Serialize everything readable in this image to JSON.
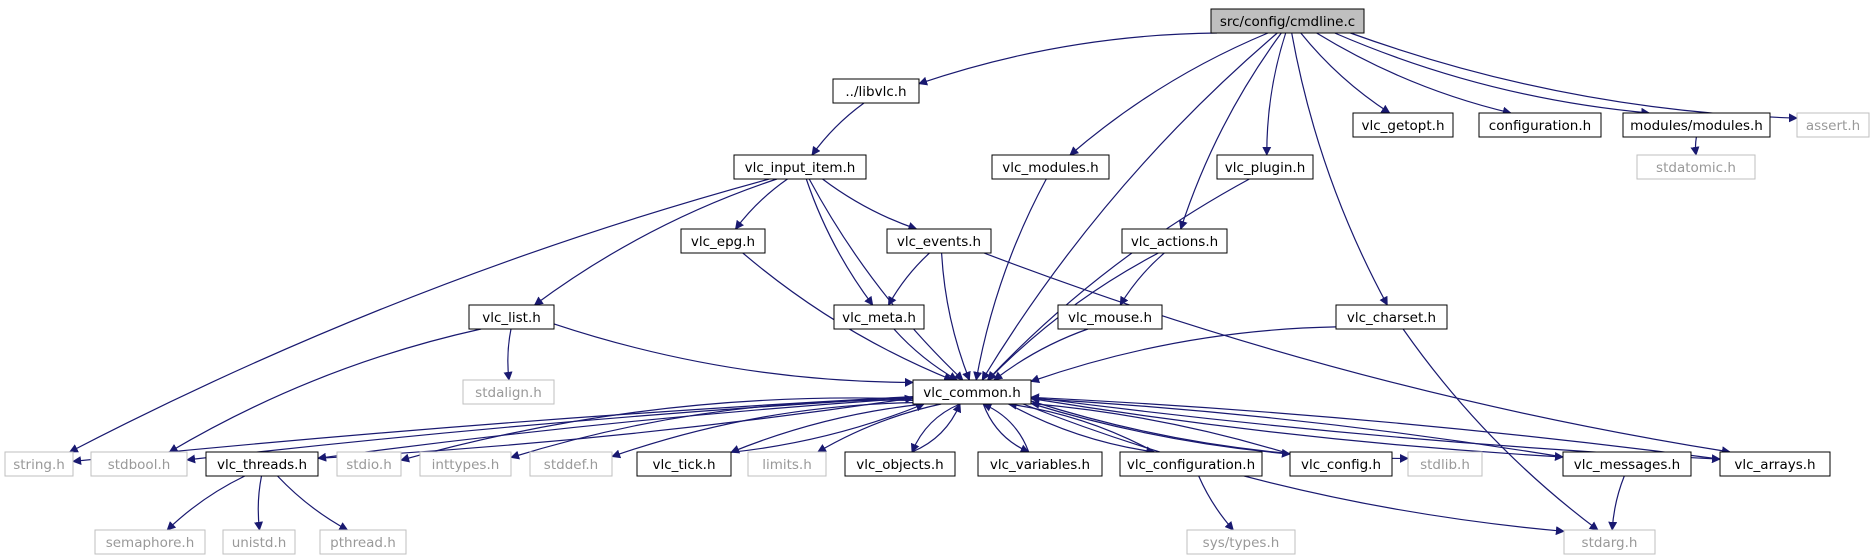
{
  "colors": {
    "edge": "#191970",
    "node_border": "#000000",
    "ext_border": "#bfbfbf",
    "root_fill": "#bfbfbf",
    "ext_text": "#999999",
    "text": "#000000"
  },
  "nodes": [
    {
      "id": "root",
      "label": "src/config/cmdline.c",
      "kind": "root"
    },
    {
      "id": "libvlc",
      "label": "../libvlc.h",
      "kind": "local"
    },
    {
      "id": "vlc_getopt",
      "label": "vlc_getopt.h",
      "kind": "local"
    },
    {
      "id": "configuration",
      "label": "configuration.h",
      "kind": "local"
    },
    {
      "id": "modules_modules",
      "label": "modules/modules.h",
      "kind": "local"
    },
    {
      "id": "assert",
      "label": "assert.h",
      "kind": "system"
    },
    {
      "id": "vlc_input_item",
      "label": "vlc_input_item.h",
      "kind": "local"
    },
    {
      "id": "vlc_modules",
      "label": "vlc_modules.h",
      "kind": "local"
    },
    {
      "id": "vlc_plugin",
      "label": "vlc_plugin.h",
      "kind": "local"
    },
    {
      "id": "stdatomic",
      "label": "stdatomic.h",
      "kind": "system"
    },
    {
      "id": "vlc_epg",
      "label": "vlc_epg.h",
      "kind": "local"
    },
    {
      "id": "vlc_events",
      "label": "vlc_events.h",
      "kind": "local"
    },
    {
      "id": "vlc_actions",
      "label": "vlc_actions.h",
      "kind": "local"
    },
    {
      "id": "vlc_list",
      "label": "vlc_list.h",
      "kind": "local"
    },
    {
      "id": "vlc_meta",
      "label": "vlc_meta.h",
      "kind": "local"
    },
    {
      "id": "vlc_mouse",
      "label": "vlc_mouse.h",
      "kind": "local"
    },
    {
      "id": "vlc_charset",
      "label": "vlc_charset.h",
      "kind": "local"
    },
    {
      "id": "stdalign",
      "label": "stdalign.h",
      "kind": "system"
    },
    {
      "id": "vlc_common",
      "label": "vlc_common.h",
      "kind": "local"
    },
    {
      "id": "string",
      "label": "string.h",
      "kind": "system"
    },
    {
      "id": "stdbool",
      "label": "stdbool.h",
      "kind": "system"
    },
    {
      "id": "vlc_threads",
      "label": "vlc_threads.h",
      "kind": "local"
    },
    {
      "id": "stdio",
      "label": "stdio.h",
      "kind": "system"
    },
    {
      "id": "inttypes",
      "label": "inttypes.h",
      "kind": "system"
    },
    {
      "id": "stddef",
      "label": "stddef.h",
      "kind": "system"
    },
    {
      "id": "vlc_tick",
      "label": "vlc_tick.h",
      "kind": "local"
    },
    {
      "id": "limits",
      "label": "limits.h",
      "kind": "system"
    },
    {
      "id": "vlc_objects",
      "label": "vlc_objects.h",
      "kind": "local"
    },
    {
      "id": "vlc_variables",
      "label": "vlc_variables.h",
      "kind": "local"
    },
    {
      "id": "vlc_configuration",
      "label": "vlc_configuration.h",
      "kind": "local"
    },
    {
      "id": "vlc_config",
      "label": "vlc_config.h",
      "kind": "local"
    },
    {
      "id": "stdlib",
      "label": "stdlib.h",
      "kind": "system"
    },
    {
      "id": "vlc_messages",
      "label": "vlc_messages.h",
      "kind": "local"
    },
    {
      "id": "vlc_arrays",
      "label": "vlc_arrays.h",
      "kind": "local"
    },
    {
      "id": "semaphore",
      "label": "semaphore.h",
      "kind": "system"
    },
    {
      "id": "unistd",
      "label": "unistd.h",
      "kind": "system"
    },
    {
      "id": "pthread",
      "label": "pthread.h",
      "kind": "system"
    },
    {
      "id": "sys_types",
      "label": "sys/types.h",
      "kind": "system"
    },
    {
      "id": "stdarg",
      "label": "stdarg.h",
      "kind": "system"
    }
  ],
  "edges": [
    {
      "from": "root",
      "to": "libvlc"
    },
    {
      "from": "root",
      "to": "vlc_getopt"
    },
    {
      "from": "root",
      "to": "configuration"
    },
    {
      "from": "root",
      "to": "modules_modules"
    },
    {
      "from": "root",
      "to": "assert"
    },
    {
      "from": "root",
      "to": "vlc_modules"
    },
    {
      "from": "root",
      "to": "vlc_plugin"
    },
    {
      "from": "root",
      "to": "vlc_actions"
    },
    {
      "from": "root",
      "to": "vlc_charset"
    },
    {
      "from": "root",
      "to": "vlc_common"
    },
    {
      "from": "libvlc",
      "to": "vlc_input_item"
    },
    {
      "from": "modules_modules",
      "to": "stdatomic"
    },
    {
      "from": "vlc_input_item",
      "to": "vlc_epg"
    },
    {
      "from": "vlc_input_item",
      "to": "vlc_events"
    },
    {
      "from": "vlc_input_item",
      "to": "vlc_list"
    },
    {
      "from": "vlc_input_item",
      "to": "vlc_meta"
    },
    {
      "from": "vlc_input_item",
      "to": "vlc_common"
    },
    {
      "from": "vlc_input_item",
      "to": "string"
    },
    {
      "from": "vlc_modules",
      "to": "vlc_common"
    },
    {
      "from": "vlc_plugin",
      "to": "vlc_common"
    },
    {
      "from": "vlc_epg",
      "to": "vlc_common"
    },
    {
      "from": "vlc_events",
      "to": "vlc_meta"
    },
    {
      "from": "vlc_events",
      "to": "vlc_common"
    },
    {
      "from": "vlc_events",
      "to": "vlc_arrays"
    },
    {
      "from": "vlc_actions",
      "to": "vlc_mouse"
    },
    {
      "from": "vlc_actions",
      "to": "vlc_common"
    },
    {
      "from": "vlc_list",
      "to": "stdalign"
    },
    {
      "from": "vlc_list",
      "to": "stdbool"
    },
    {
      "from": "vlc_list",
      "to": "vlc_common"
    },
    {
      "from": "vlc_meta",
      "to": "vlc_common"
    },
    {
      "from": "vlc_mouse",
      "to": "vlc_common"
    },
    {
      "from": "vlc_charset",
      "to": "vlc_common"
    },
    {
      "from": "vlc_charset",
      "to": "stdarg"
    },
    {
      "from": "vlc_common",
      "to": "string"
    },
    {
      "from": "vlc_common",
      "to": "stdbool"
    },
    {
      "from": "vlc_common",
      "to": "vlc_threads"
    },
    {
      "from": "vlc_common",
      "to": "stdio"
    },
    {
      "from": "vlc_common",
      "to": "inttypes"
    },
    {
      "from": "vlc_common",
      "to": "stddef"
    },
    {
      "from": "vlc_common",
      "to": "vlc_tick"
    },
    {
      "from": "vlc_common",
      "to": "limits"
    },
    {
      "from": "vlc_common",
      "to": "vlc_objects"
    },
    {
      "from": "vlc_common",
      "to": "vlc_variables"
    },
    {
      "from": "vlc_common",
      "to": "vlc_configuration"
    },
    {
      "from": "vlc_common",
      "to": "vlc_config"
    },
    {
      "from": "vlc_common",
      "to": "stdlib"
    },
    {
      "from": "vlc_common",
      "to": "vlc_messages"
    },
    {
      "from": "vlc_common",
      "to": "vlc_arrays"
    },
    {
      "from": "vlc_common",
      "to": "stdarg"
    },
    {
      "from": "vlc_threads",
      "to": "vlc_common"
    },
    {
      "from": "vlc_tick",
      "to": "vlc_common"
    },
    {
      "from": "vlc_objects",
      "to": "vlc_common"
    },
    {
      "from": "vlc_variables",
      "to": "vlc_common"
    },
    {
      "from": "vlc_configuration",
      "to": "vlc_common"
    },
    {
      "from": "vlc_config",
      "to": "vlc_common"
    },
    {
      "from": "vlc_messages",
      "to": "vlc_common"
    },
    {
      "from": "vlc_arrays",
      "to": "vlc_common"
    },
    {
      "from": "vlc_threads",
      "to": "semaphore"
    },
    {
      "from": "vlc_threads",
      "to": "unistd"
    },
    {
      "from": "vlc_threads",
      "to": "pthread"
    },
    {
      "from": "vlc_configuration",
      "to": "sys_types"
    },
    {
      "from": "vlc_messages",
      "to": "stdarg"
    }
  ]
}
